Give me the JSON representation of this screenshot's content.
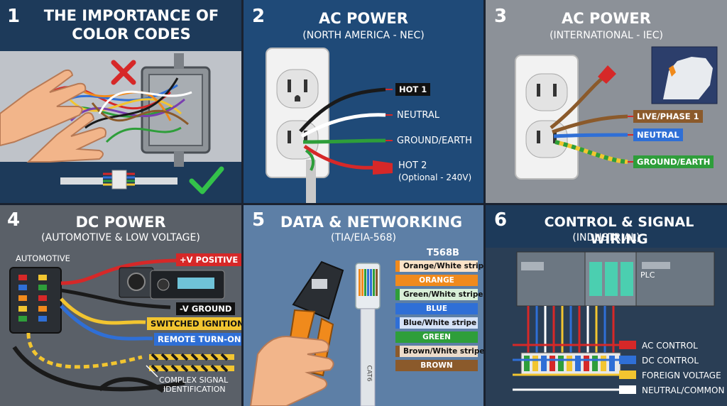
{
  "panels": [
    {
      "number": "1",
      "title_line1": "THE IMPORTANCE OF",
      "title_line2": "COLOR CODES"
    },
    {
      "number": "2",
      "title": "AC POWER",
      "subtitle": "(NORTH AMERICA - NEC)",
      "labels": {
        "hot1": "HOT 1",
        "neutral": "NEUTRAL",
        "ground": "GROUND/EARTH",
        "hot2": "HOT 2",
        "hot2_note": "(Optional - 240V)"
      }
    },
    {
      "number": "3",
      "title": "AC POWER",
      "subtitle": "(INTERNATIONAL - IEC)",
      "labels": {
        "live": "LIVE/PHASE 1",
        "neutral": "NEUTRAL",
        "ground": "GROUND/EARTH"
      }
    },
    {
      "number": "4",
      "title": "DC POWER",
      "subtitle": "(AUTOMOTIVE & LOW VOLTAGE)",
      "labels": {
        "automotive": "AUTOMOTIVE",
        "positive": "+V POSITIVE",
        "ground": "-V GROUND",
        "ignition": "SWITCHED IGNITION",
        "remote": "REMOTE TURN-ON",
        "complex1": "COMPLEX SIGNAL",
        "complex2": "IDENTIFICATION"
      }
    },
    {
      "number": "5",
      "title": "DATA & NETWORKING",
      "subtitle": "(TIA/EIA-568)",
      "standard": "T568B",
      "cable_text": "CAT6",
      "pairs": [
        "Orange/White stripe",
        "ORANGE",
        "Green/White stripe",
        "BLUE",
        "Blue/White stripe",
        "GREEN",
        "Brown/White stripe",
        "BROWN"
      ]
    },
    {
      "number": "6",
      "title": "CONTROL & SIGNAL WIRING",
      "subtitle": "(INDUSTRIAL)",
      "plc": "PLC",
      "labels": {
        "ac": "AC CONTROL",
        "dc": "DC CONTROL",
        "foreign": "FOREIGN VOLTAGE",
        "neutral": "NEUTRAL/COMMON"
      }
    }
  ],
  "colors": {
    "hot": "#1a1a1a",
    "neutral": "#ffffff",
    "ground": "#2e9e3a",
    "red": "#d62828",
    "live": "#8b5a2b",
    "blue": "#2f6fd6",
    "yellow": "#f2c530",
    "orange": "#f08a1c"
  }
}
